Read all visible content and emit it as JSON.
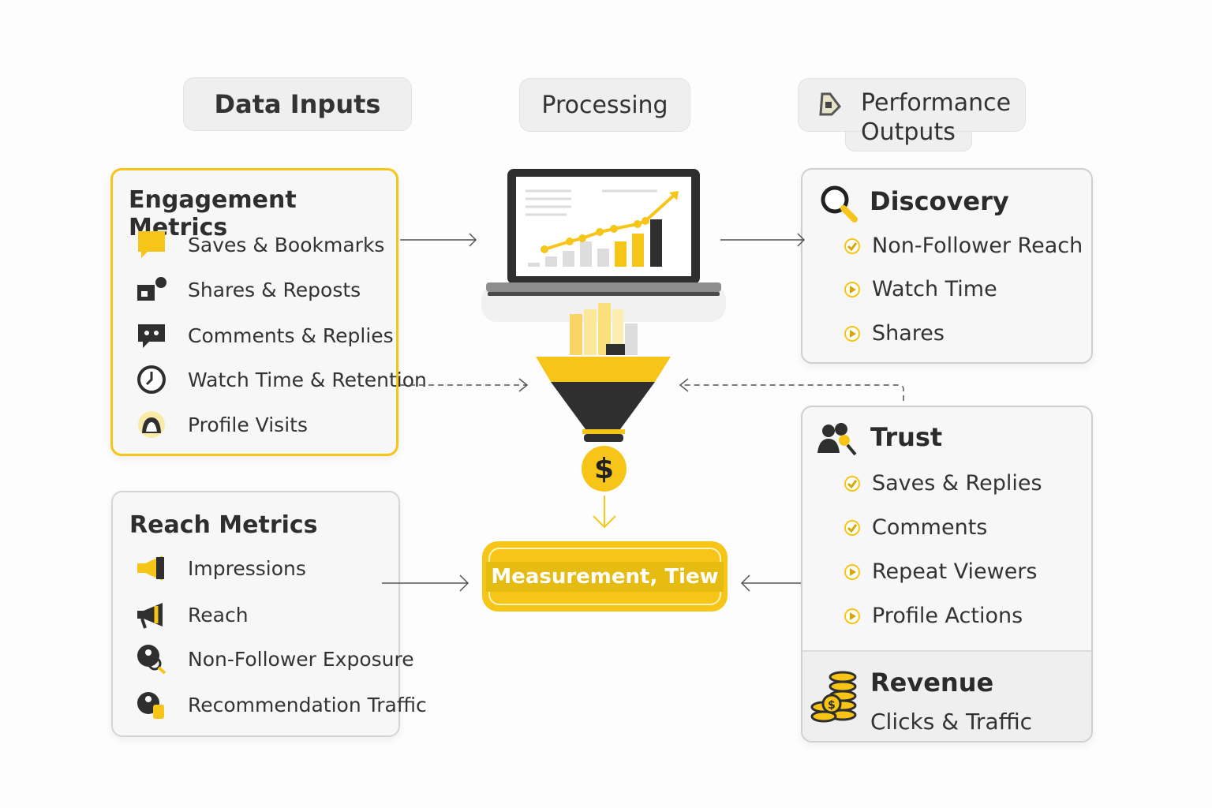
{
  "headers": {
    "inputs": "Data Inputs",
    "processing": "Processing",
    "outputs_line1": "Performance",
    "outputs_line2": "Outputs"
  },
  "engagement": {
    "title": "Engagement Metrics",
    "items": [
      "Saves & Bookmarks",
      "Shares & Reposts",
      "Comments & Replies",
      "Watch Time & Retention",
      "Profile Visits"
    ]
  },
  "reach": {
    "title": "Reach Metrics",
    "items": [
      "Impressions",
      "Reach",
      "Non-Follower Exposure",
      "Recommendation Traffic"
    ]
  },
  "discovery": {
    "title": "Discovery",
    "items": [
      "Non-Follower Reach",
      "Watch Time",
      "Shares"
    ]
  },
  "trust": {
    "title": "Trust",
    "items": [
      "Saves & Replies",
      "Comments",
      "Repeat Viewers",
      "Profile Actions"
    ]
  },
  "revenue": {
    "title": "Revenue",
    "subtitle": "Clicks & Traffic"
  },
  "center": {
    "dollar": "$",
    "measurement": "Measurement, Tiew"
  },
  "colors": {
    "accent": "#f7c518",
    "dark": "#2f2f2f",
    "panel": "#f7f7f7"
  }
}
